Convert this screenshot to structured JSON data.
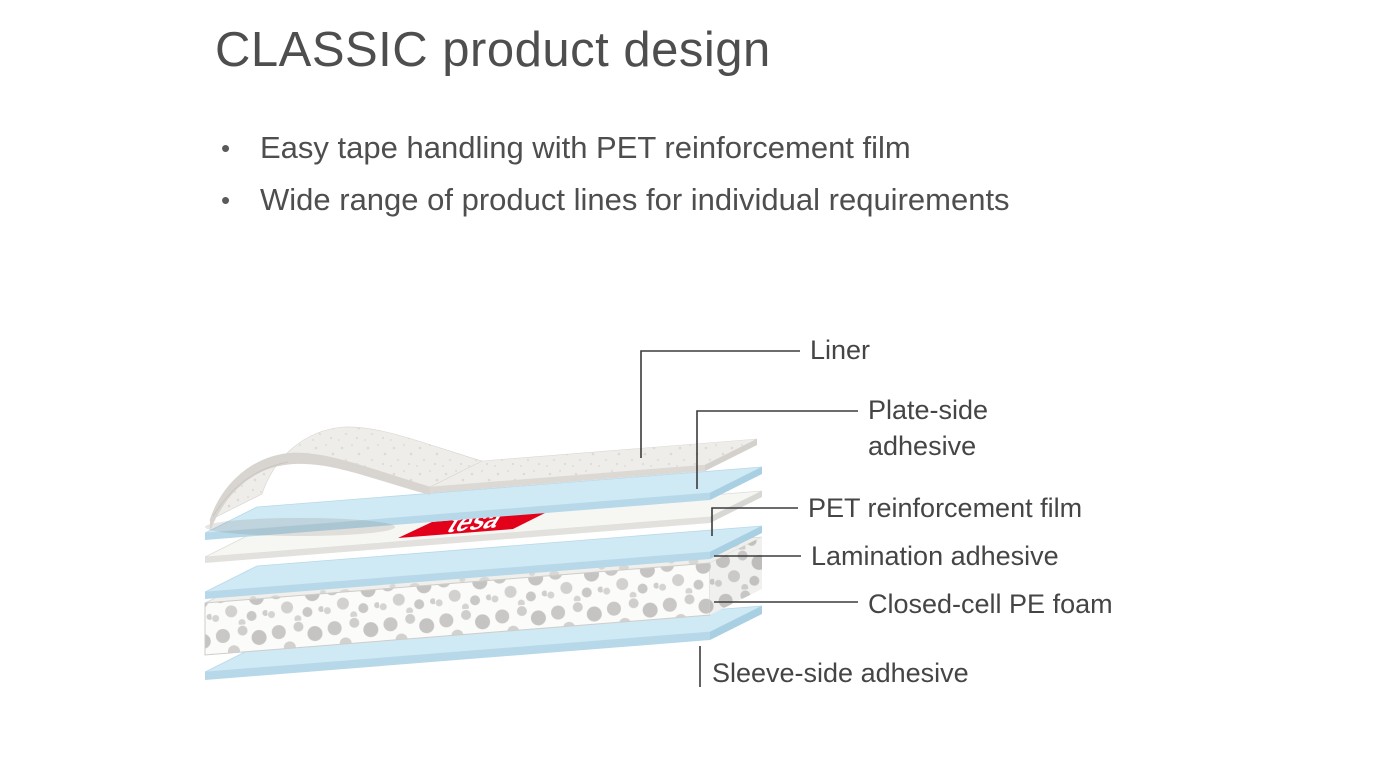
{
  "slide": {
    "title": "CLASSIC product design",
    "bullets": [
      "Easy tape handling with PET reinforcement film",
      "Wide range of product lines for individual requirements"
    ]
  },
  "diagram": {
    "brand_logo_text": "tesa",
    "callouts": {
      "liner": "Liner",
      "plate_side_adhesive": "Plate-side adhesive",
      "pet_reinforcement_film": "PET reinforcement film",
      "lamination_adhesive": "Lamination adhesive",
      "closed_cell_pe_foam": "Closed-cell PE foam",
      "sleeve_side_adhesive": "Sleeve-side adhesive"
    },
    "colors": {
      "adhesive_blue": "#cfe9f5",
      "tesa_red": "#e3001b",
      "label_gray": "#454545"
    }
  }
}
